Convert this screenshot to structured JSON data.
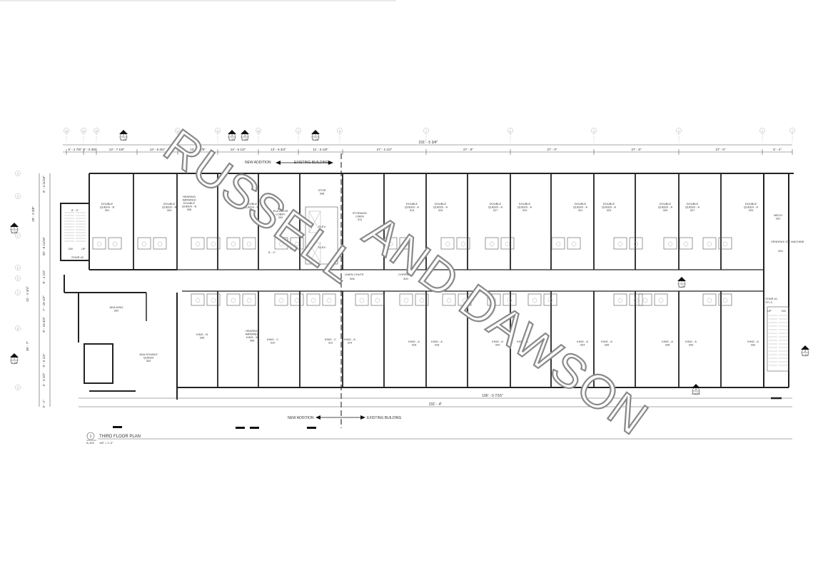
{
  "watermark": {
    "part1": "RUSSELL",
    "part2": "AND DAWSON"
  },
  "overall_dims": {
    "total_width": "231' - 5 3/4\"",
    "bottom_width": "231' - 4\"",
    "existing_width": "196' - 0 7/16\""
  },
  "divider": {
    "new_addition": "NEW ADDITION",
    "existing_building": "EXISTING BUILDING"
  },
  "title": {
    "number": "1",
    "sheet": "A-103",
    "name": "THIRD FLOOR PLAN",
    "scale": "1/8\" = 1'-0\""
  },
  "top_dims": [
    "5' - 2 7/8\"",
    "3' - 0 3/8\"",
    "13' - 7 1/8\"",
    "13' - 6 3/4\"",
    "13' - 6 7/8\"",
    "13' - 6 1/2\"",
    "13' - 6 3/4\"",
    "11' - 5 1/8\"",
    "27' - 2 1/2\"",
    "27' - 8\"",
    "27' - 0\"",
    "27' - 8\"",
    "27' - 0\"",
    "5' - 4\""
  ],
  "left_dims": [
    "8' - 4 11/16\"",
    "29' - 3 3/8\"",
    "20' - 8 11/16\"",
    "8' - 4 1/4\"",
    "31' - 2 3/4\"",
    "7' - 10 1/2\"",
    "30' - 7\"",
    "8' - 10 3/4\"",
    "9' - 5 1/4\"",
    "3' - 3 1/2\"",
    "3' - 1\""
  ],
  "section_markers": [
    {
      "num": "2",
      "sheet": "A-302"
    },
    {
      "num": "3",
      "sheet": "A-301"
    },
    {
      "num": "3",
      "sheet": "A-302"
    },
    {
      "num": "1",
      "sheet": "A-302"
    },
    {
      "num": "1",
      "sheet": "A-301"
    },
    {
      "num": "1",
      "sheet": "A-302"
    },
    {
      "num": "5",
      "sheet": "A-304"
    },
    {
      "num": "7",
      "sheet": "A-430"
    },
    {
      "num": "5",
      "sheet": "A-401A"
    }
  ],
  "rooms_top": [
    {
      "name": "DOUBLE QUEEN - B",
      "num": "301"
    },
    {
      "name": "DOUBLE QUEEN - B",
      "num": "303"
    },
    {
      "name": "HEARING IMPAIRED DOUBLE QUEEN - B",
      "num": "305"
    },
    {
      "name": "DOUBLE QUEEN - B",
      "num": "307"
    },
    {
      "name": "ELEVATOR LOBBY",
      "num": "309"
    },
    {
      "name": "STOR",
      "num": "308"
    },
    {
      "name": "STORAGE/ LINEN",
      "num": "311"
    },
    {
      "name": "DOUBLE QUEEN - A",
      "num": "313"
    },
    {
      "name": "DOUBLE QUEEN - A",
      "num": "315"
    },
    {
      "name": "DOUBLE QUEEN - A",
      "num": "317"
    },
    {
      "name": "DOUBLE QUEEN - A",
      "num": "319"
    },
    {
      "name": "DOUBLE QUEEN - A",
      "num": "321"
    },
    {
      "name": "DOUBLE QUEEN - A",
      "num": "323"
    },
    {
      "name": "DOUBLE QUEEN - A",
      "num": "325"
    },
    {
      "name": "DOUBLE QUEEN - A",
      "num": "327"
    },
    {
      "name": "DOUBLE QUEEN - A",
      "num": "329"
    },
    {
      "name": "MECH",
      "num": "331"
    }
  ],
  "rooms_bottom": [
    {
      "name": "ADA KING",
      "num": "302"
    },
    {
      "name": "ADA DOUBLE QUEEN",
      "num": "304"
    },
    {
      "name": "KING - B",
      "num": "306"
    },
    {
      "name": "HEARING IMPAIRED KING - B",
      "num": "308"
    },
    {
      "name": "KING - C",
      "num": "310"
    },
    {
      "name": "KING - C",
      "num": "312"
    },
    {
      "name": "KING - A",
      "num": "314"
    },
    {
      "name": "KING - A",
      "num": "316"
    },
    {
      "name": "KING - A",
      "num": "318"
    },
    {
      "name": "KING - A",
      "num": "320"
    },
    {
      "name": "KING - A",
      "num": "322"
    },
    {
      "name": "KING - A",
      "num": "324"
    },
    {
      "name": "KING - A",
      "num": "326"
    },
    {
      "name": "KING - A",
      "num": "328"
    },
    {
      "name": "KING - A",
      "num": "330"
    },
    {
      "name": "KING - A",
      "num": "332"
    }
  ],
  "misc": {
    "linen_chute": {
      "name": "LINEN CHUTE",
      "num": "306"
    },
    "corridor": {
      "name": "CORRIDOR",
      "num": "300"
    },
    "vending": {
      "name": "VENDING/ ICE MACHINE",
      "num": "334"
    },
    "stair2": {
      "name": "STAIR #2",
      "num": "STI-2"
    },
    "stair1": {
      "name": "STAIR #1",
      "num": "STI-3"
    },
    "elev": {
      "name": "ELEV",
      "num": "1"
    },
    "elev2": {
      "name": "ELEV",
      "num": "2"
    },
    "stair_width": "8' - 0\"",
    "lobby_width": "6' - 0\"",
    "up": "UP",
    "dn": "DN"
  },
  "grid_top": [
    "13",
    "14",
    "15",
    "12",
    "11",
    "10",
    "9",
    "8",
    "7",
    "6",
    "5",
    "4",
    "3",
    "2",
    "1"
  ],
  "grid_left": [
    "H",
    "G",
    "F",
    "E",
    "D",
    "C",
    "B",
    "A"
  ]
}
